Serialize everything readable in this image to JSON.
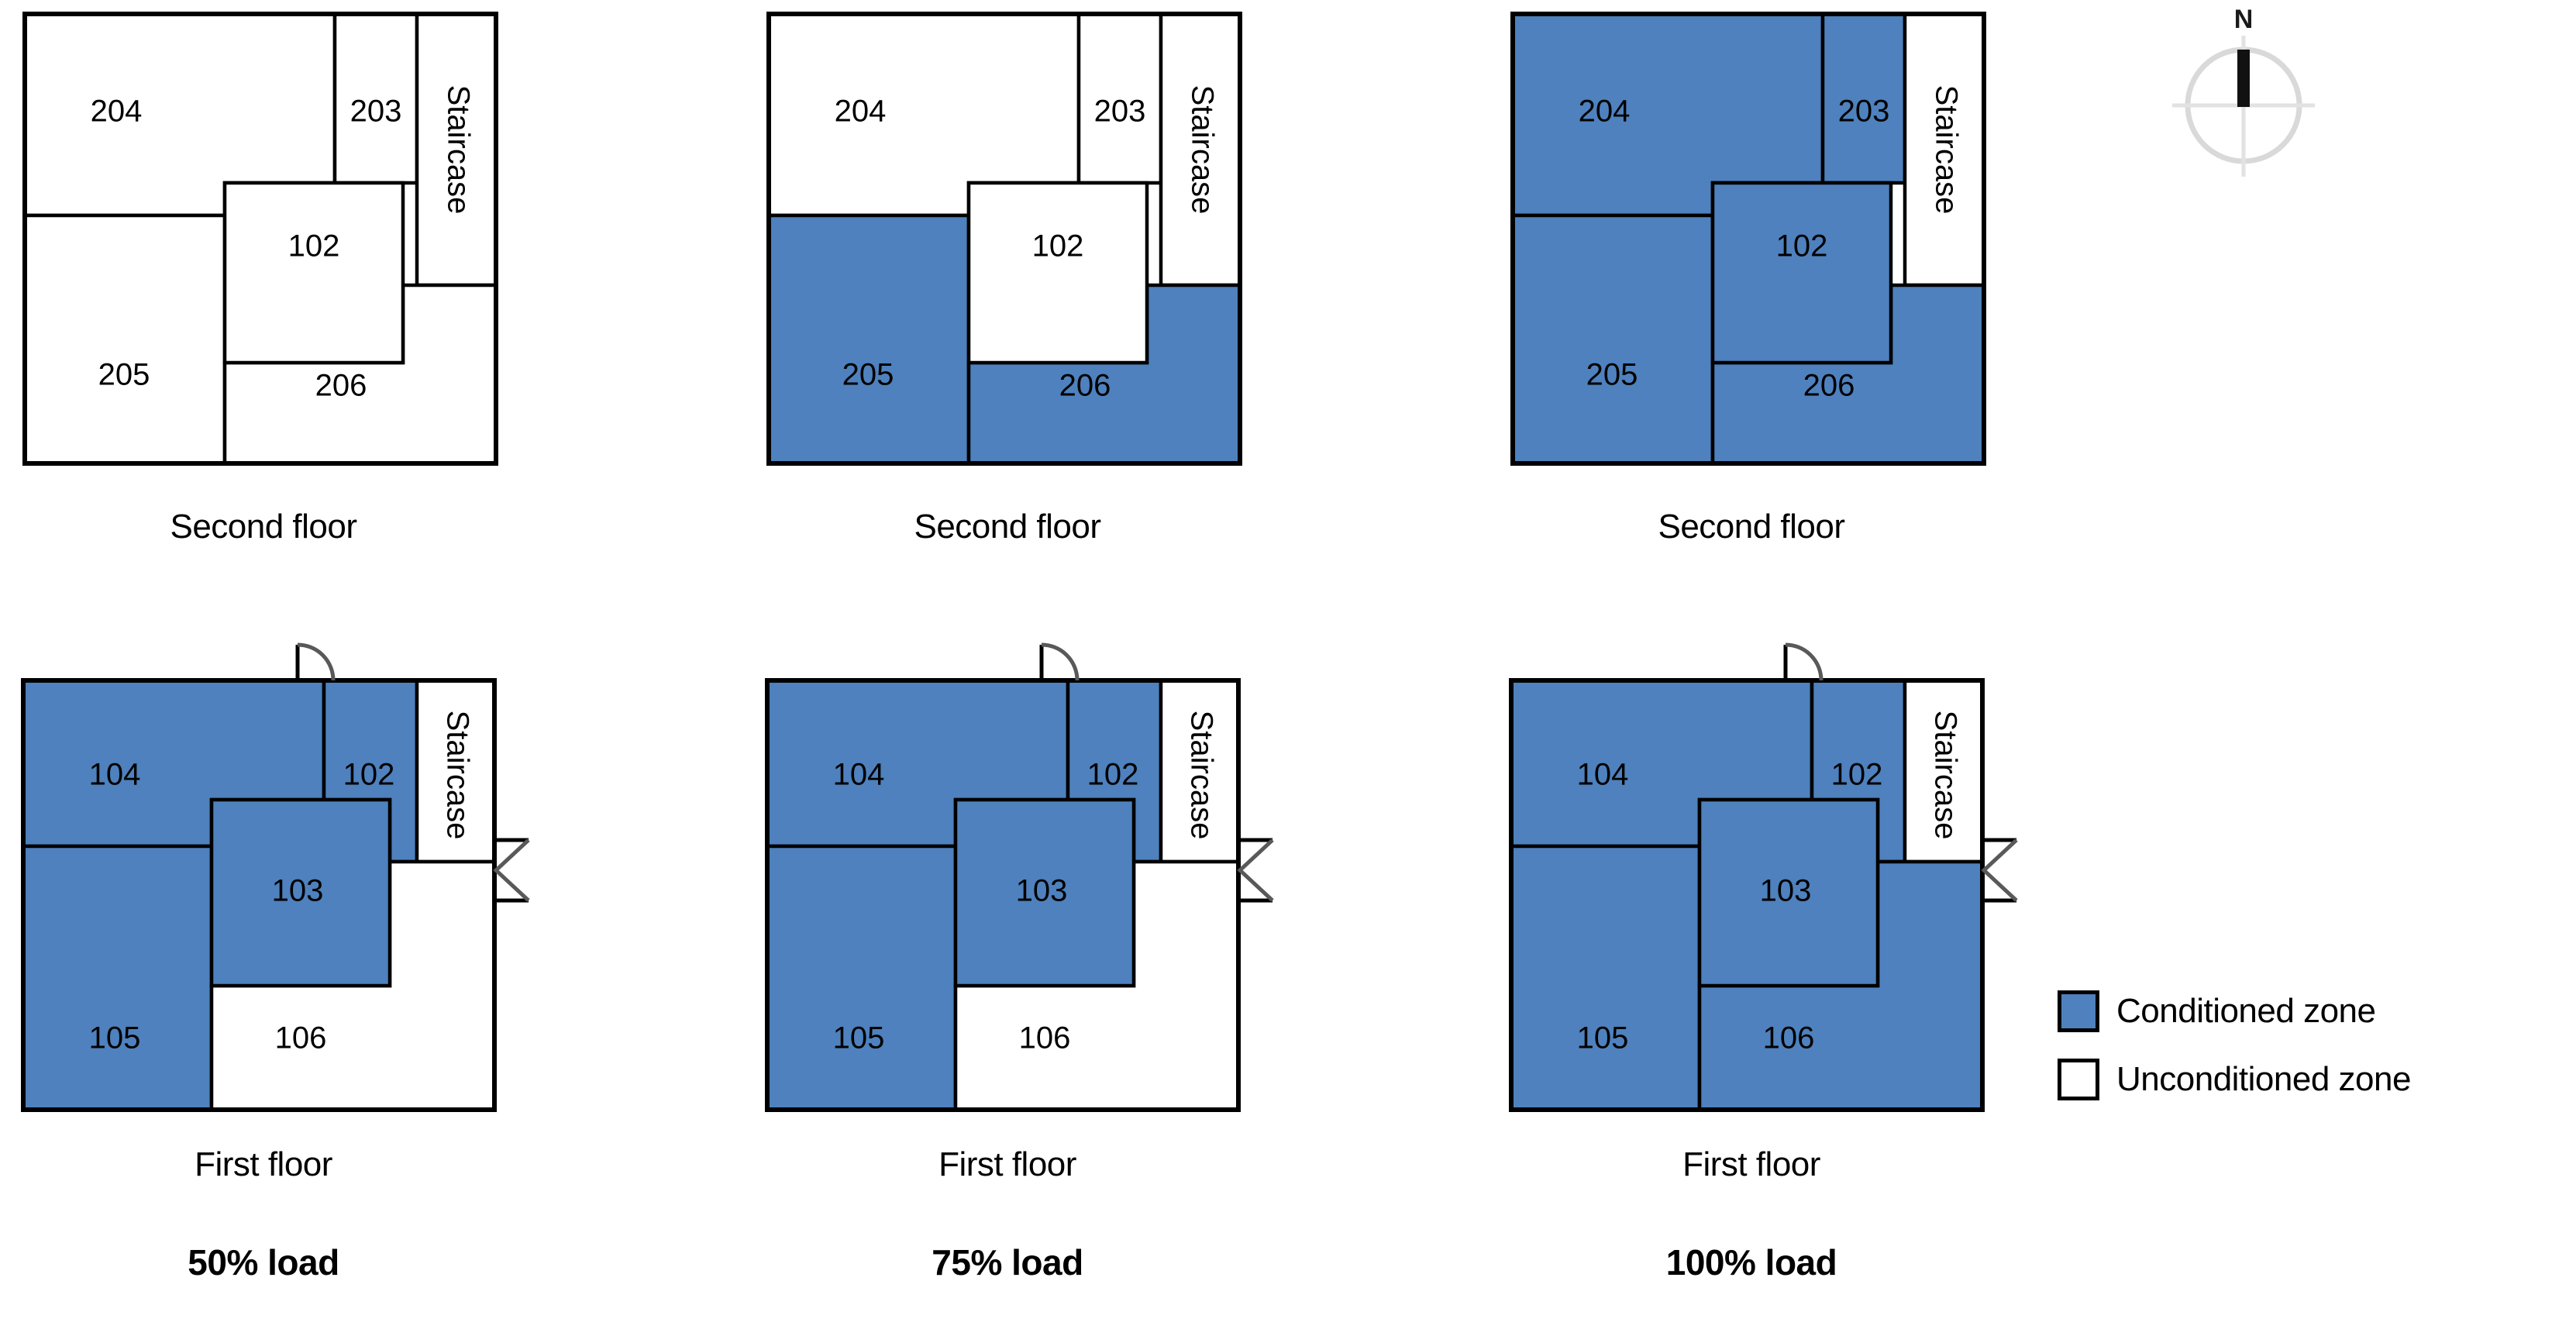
{
  "colors": {
    "conditioned": "#4E81BD",
    "unconditioned": "#FFFFFF",
    "wall": "#000000",
    "door": "#595959",
    "compass_ring": "#D9D9D9"
  },
  "compass": {
    "label": "N",
    "name": "north-arrow"
  },
  "legend": {
    "items": [
      {
        "label": "Conditioned zone",
        "swatch": "#4E81BD"
      },
      {
        "label": "Unconditioned zone",
        "swatch": "#FFFFFF"
      }
    ]
  },
  "captions": {
    "second_floor": "Second floor",
    "first_floor": "First floor",
    "staircase": "Staircase"
  },
  "scenarios": [
    {
      "id": "load-50",
      "load_label": "50% load",
      "second_floor": {
        "caption": "Second floor",
        "rooms": [
          {
            "id": "204",
            "label": "204",
            "conditioned": false
          },
          {
            "id": "203",
            "label": "203",
            "conditioned": false
          },
          {
            "id": "102",
            "label": "102",
            "conditioned": false
          },
          {
            "id": "205",
            "label": "205",
            "conditioned": false
          },
          {
            "id": "206",
            "label": "206",
            "conditioned": false
          },
          {
            "id": "staircase",
            "label": "Staircase",
            "conditioned": false
          }
        ]
      },
      "first_floor": {
        "caption": "First floor",
        "rooms": [
          {
            "id": "104",
            "label": "104",
            "conditioned": true
          },
          {
            "id": "102",
            "label": "102",
            "conditioned": true
          },
          {
            "id": "103",
            "label": "103",
            "conditioned": true
          },
          {
            "id": "105",
            "label": "105",
            "conditioned": true
          },
          {
            "id": "106",
            "label": "106",
            "conditioned": false
          },
          {
            "id": "staircase",
            "label": "Staircase",
            "conditioned": false
          }
        ]
      }
    },
    {
      "id": "load-75",
      "load_label": "75% load",
      "second_floor": {
        "caption": "Second floor",
        "rooms": [
          {
            "id": "204",
            "label": "204",
            "conditioned": false
          },
          {
            "id": "203",
            "label": "203",
            "conditioned": false
          },
          {
            "id": "102",
            "label": "102",
            "conditioned": false
          },
          {
            "id": "205",
            "label": "205",
            "conditioned": true
          },
          {
            "id": "206",
            "label": "206",
            "conditioned": true
          },
          {
            "id": "staircase",
            "label": "Staircase",
            "conditioned": false
          }
        ]
      },
      "first_floor": {
        "caption": "First floor",
        "rooms": [
          {
            "id": "104",
            "label": "104",
            "conditioned": true
          },
          {
            "id": "102",
            "label": "102",
            "conditioned": true
          },
          {
            "id": "103",
            "label": "103",
            "conditioned": true
          },
          {
            "id": "105",
            "label": "105",
            "conditioned": true
          },
          {
            "id": "106",
            "label": "106",
            "conditioned": false
          },
          {
            "id": "staircase",
            "label": "Staircase",
            "conditioned": false
          }
        ]
      }
    },
    {
      "id": "load-100",
      "load_label": "100% load",
      "second_floor": {
        "caption": "Second floor",
        "rooms": [
          {
            "id": "204",
            "label": "204",
            "conditioned": true
          },
          {
            "id": "203",
            "label": "203",
            "conditioned": true
          },
          {
            "id": "102",
            "label": "102",
            "conditioned": true
          },
          {
            "id": "205",
            "label": "205",
            "conditioned": true
          },
          {
            "id": "206",
            "label": "206",
            "conditioned": true
          },
          {
            "id": "staircase",
            "label": "Staircase",
            "conditioned": false
          }
        ]
      },
      "first_floor": {
        "caption": "First floor",
        "rooms": [
          {
            "id": "104",
            "label": "104",
            "conditioned": true
          },
          {
            "id": "102",
            "label": "102",
            "conditioned": true
          },
          {
            "id": "103",
            "label": "103",
            "conditioned": true
          },
          {
            "id": "105",
            "label": "105",
            "conditioned": true
          },
          {
            "id": "106",
            "label": "106",
            "conditioned": true
          },
          {
            "id": "staircase",
            "label": "Staircase",
            "conditioned": false
          }
        ]
      }
    }
  ]
}
